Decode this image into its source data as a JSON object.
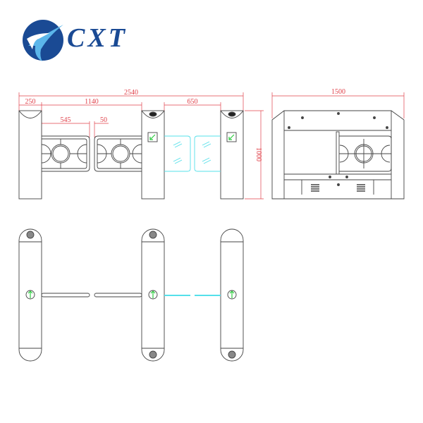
{
  "logo": {
    "text": "CXT",
    "brand_color": "#1a4a94",
    "accent_color": "#5bb6ea"
  },
  "front_view": {
    "dimensions": {
      "total_width": "2540",
      "cabinet_width": "250",
      "swing_span": "1140",
      "panel_width": "545",
      "panel_gap": "50",
      "glass_span": "650",
      "height": "1000"
    },
    "indicator_icon": "green-arrow-down-left-icon"
  },
  "side_view": {
    "dimensions": {
      "width": "1500"
    }
  },
  "top_view": {
    "indicator_icon": "green-arrow-up-icon"
  },
  "colors": {
    "dimension": "#e0414a",
    "outline": "#444444",
    "glass": "#55e0ea",
    "indicator": "#2ecc40"
  }
}
